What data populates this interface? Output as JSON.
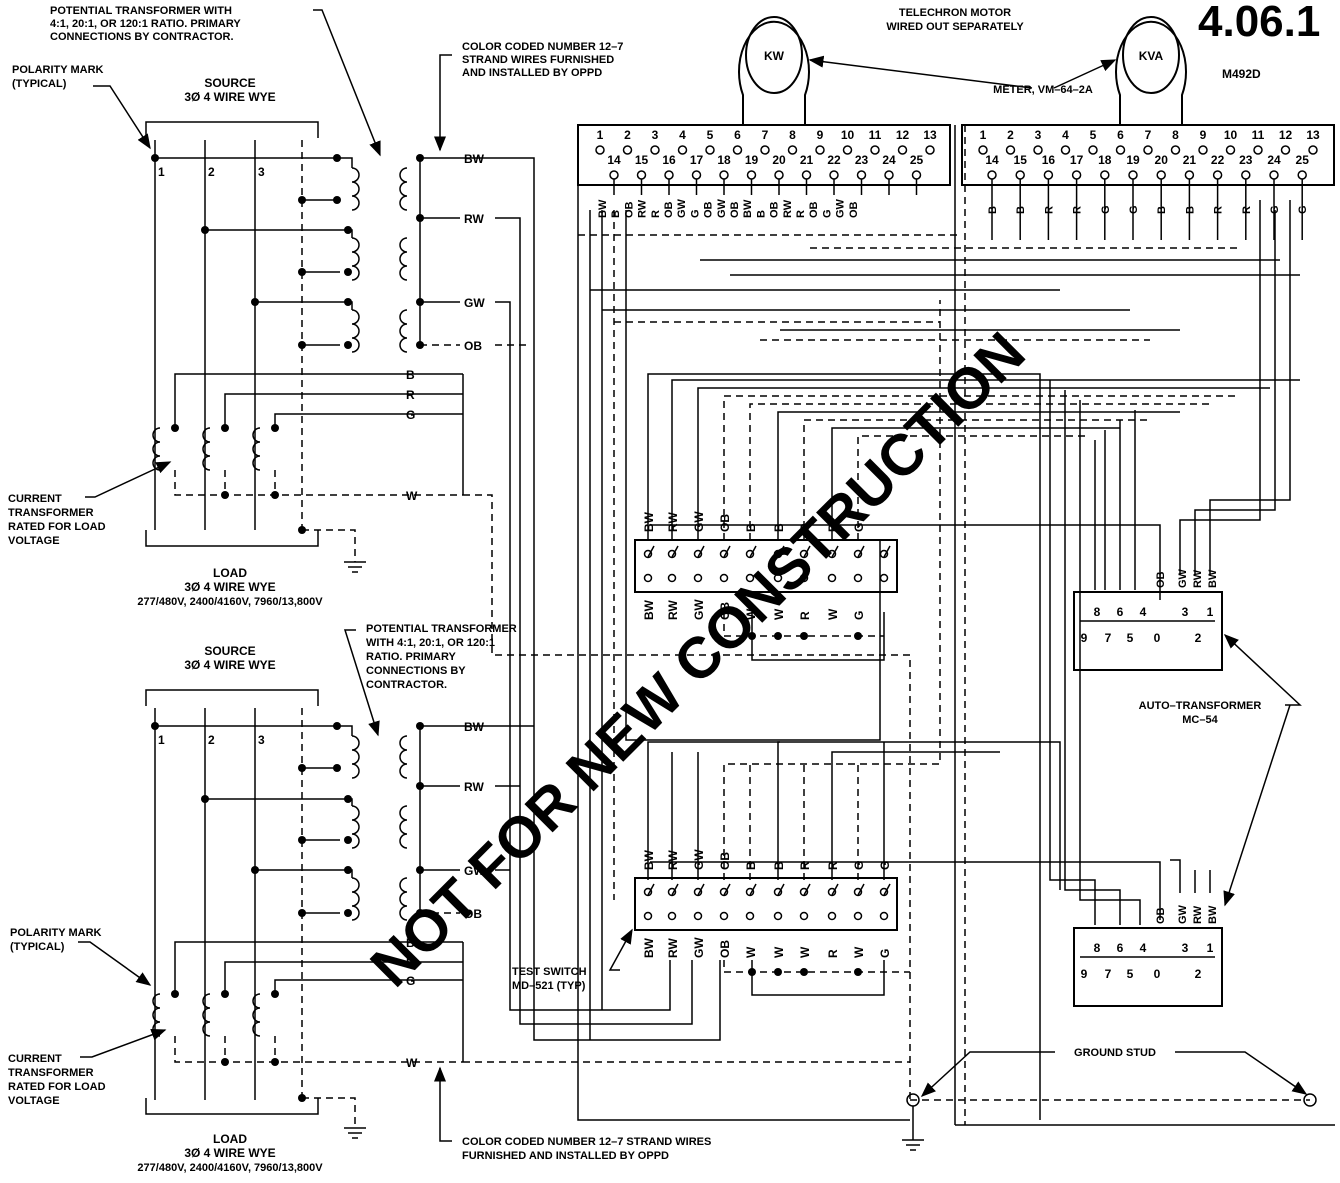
{
  "drawing": {
    "number": "4.06.1",
    "code": "M492D",
    "watermark": "NOT FOR NEW CONSTRUCTION"
  },
  "notes": {
    "pt_note_top": [
      "POTENTIAL TRANSFORMER WITH",
      "4:1, 20:1, OR 120:1 RATIO. PRIMARY",
      "CONNECTIONS BY CONTRACTOR."
    ],
    "pt_note_bottom": [
      "POTENTIAL TRANSFORMER",
      "WITH  4:1, 20:1, OR  120:1",
      "RATIO. PRIMARY",
      "CONNECTIONS BY",
      "CONTRACTOR."
    ],
    "color_coded_top": [
      "COLOR CODED NUMBER 12–7",
      "STRAND WIRES FURNISHED",
      "AND INSTALLED BY OPPD"
    ],
    "color_coded_bottom": [
      "COLOR CODED  NUMBER 12–7 STRAND  WIRES",
      "FURNISHED  AND  INSTALLED  BY  OPPD"
    ],
    "polarity_mark": [
      "POLARITY MARK",
      "(TYPICAL)"
    ],
    "telechron": [
      "TELECHRON  MOTOR",
      "WIRED  OUT  SEPARATELY"
    ],
    "meter": "METER, VM–64–2A",
    "current_transformer": [
      "CURRENT",
      "TRANSFORMER",
      "RATED FOR LOAD",
      "VOLTAGE"
    ],
    "source": [
      "SOURCE",
      "3Ø  4 WIRE WYE"
    ],
    "load": [
      "LOAD",
      "3Ø  4 WIRE WYE",
      "277/480V, 2400/4160V, 7960/13,800V"
    ],
    "auto_transformer": [
      "AUTO–TRANSFORMER",
      "MC–54"
    ],
    "test_switch": [
      "TEST SWITCH",
      "MD–521  (TYP)"
    ],
    "ground_stud": "GROUND  STUD"
  },
  "meters": {
    "kw": "KW",
    "kva": "KVA",
    "terminals_top": [
      "1",
      "2",
      "3",
      "4",
      "5",
      "6",
      "7",
      "8",
      "9",
      "10",
      "11",
      "12",
      "13"
    ],
    "terminals_bottom": [
      "14",
      "15",
      "16",
      "17",
      "18",
      "19",
      "20",
      "21",
      "22",
      "23",
      "24",
      "25"
    ],
    "kw_wires": [
      "BW",
      "B",
      "OB",
      "RW",
      "R",
      "OB",
      "GW",
      "G",
      "OB",
      "GW",
      "OB",
      "BW",
      "B",
      "OB",
      "RW",
      "R",
      "OB",
      "G",
      "GW",
      "OB"
    ],
    "kva_wires": [
      "B",
      "B",
      "R",
      "R",
      "G",
      "G",
      "B",
      "B",
      "R",
      "R",
      "G",
      "G"
    ]
  },
  "pt_wires": [
    "BW",
    "RW",
    "GW",
    "OB"
  ],
  "ct_wires": [
    "B",
    "R",
    "G",
    "W"
  ],
  "phases": [
    "1",
    "2",
    "3"
  ],
  "switch1": {
    "top": [
      "BW",
      "RW",
      "GW",
      "OB",
      "B",
      "B",
      "R",
      "R",
      "G"
    ],
    "bottom": [
      "BW",
      "RW",
      "GW",
      "OB",
      "W",
      "W",
      "R",
      "W",
      "G"
    ]
  },
  "switch2": {
    "top": [
      "BW",
      "RW",
      "GW",
      "OB",
      "B",
      "B",
      "R",
      "R",
      "G",
      "G"
    ],
    "bottom": [
      "BW",
      "RW",
      "GW",
      "OB",
      "W",
      "W",
      "W",
      "R",
      "W",
      "G"
    ]
  },
  "auto_tx": {
    "wires": [
      "OB",
      "GW",
      "RW",
      "BW"
    ],
    "top_row": [
      "8",
      "6",
      "4",
      "3",
      "1"
    ],
    "bottom_row": [
      "9",
      "7",
      "5",
      "0",
      "2"
    ]
  }
}
